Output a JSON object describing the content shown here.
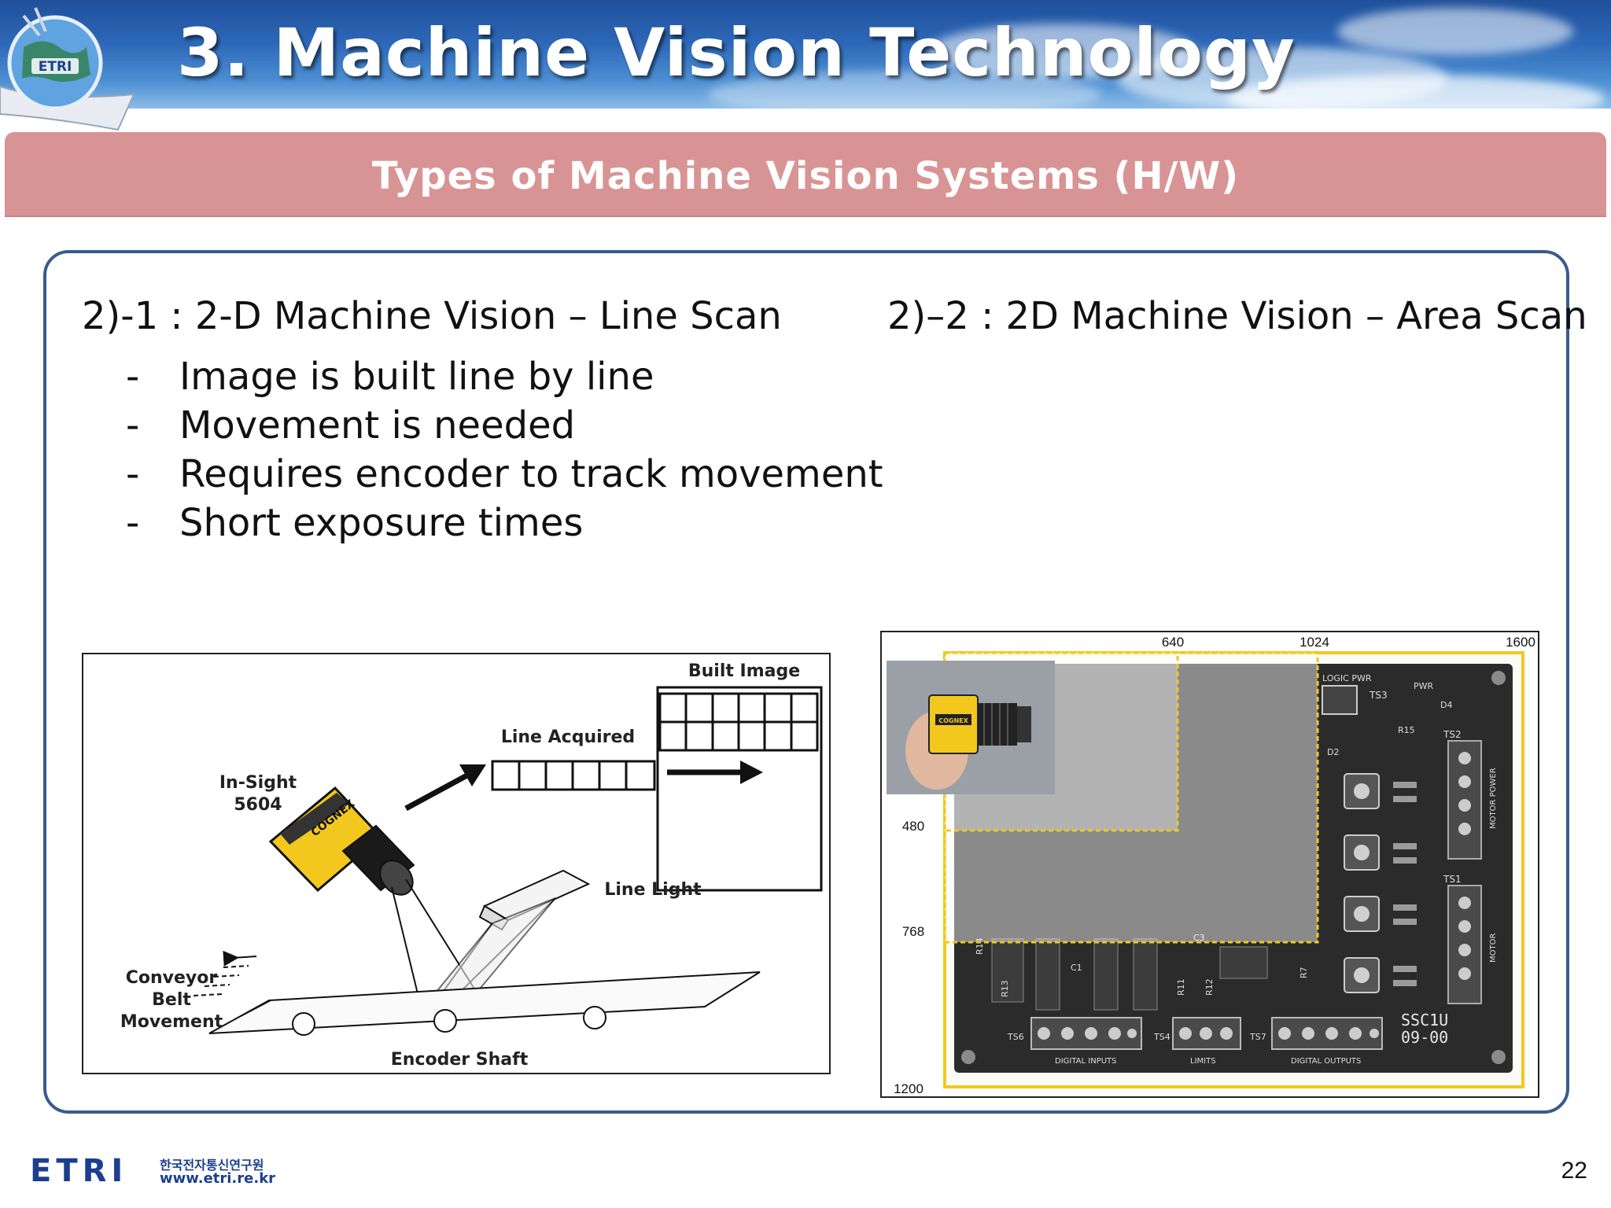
{
  "header": {
    "title": "3. Machine Vision Technology",
    "logo_text": "ETRI"
  },
  "subtitle": "Types of Machine Vision Systems (H/W)",
  "left_section": {
    "heading": "2)-1 : 2-D Machine Vision – Line Scan",
    "bullets": [
      "Image is built line by line",
      "Movement is needed",
      "Requires encoder to track movement",
      "Short exposure times"
    ],
    "diagram": {
      "built_image": "Built Image",
      "line_acquired": "Line Acquired",
      "camera_label_line1": "In-Sight",
      "camera_label_line2": "5604",
      "camera_brand": "COGNEX",
      "line_light": "Line Light",
      "conveyor_line1": "Conveyor",
      "conveyor_line2": "Belt",
      "conveyor_line3": "Movement",
      "encoder_shaft": "Encoder Shaft"
    }
  },
  "right_section": {
    "heading": "2)–2 : 2D Machine Vision – Area Scan",
    "scale_x": [
      "640",
      "1024",
      "1600"
    ],
    "scale_y": [
      "480",
      "768",
      "1200"
    ],
    "board_labels": {
      "logic_pwr": "LOGIC PWR",
      "ts3": "TS3",
      "pwr": "PWR",
      "d4": "D4",
      "r15": "R15",
      "d2": "D2",
      "ts2": "TS2",
      "ts1": "TS1",
      "motor_power": "MOTOR POWER",
      "motor": "MOTOR",
      "r14": "R14",
      "r13": "R13",
      "c1": "C1",
      "c3": "C3",
      "r11": "R11",
      "r12": "R12",
      "r7": "R7",
      "model_line1": "SSC1U",
      "model_line2": "09-00",
      "ts6": "TS6",
      "ts4": "TS4",
      "ts7": "TS7",
      "digital_inputs": "DIGITAL INPUTS",
      "limits": "LIMITS",
      "digital_outputs": "DIGITAL OUTPUTS"
    },
    "camera_brand": "COGNEX"
  },
  "footer": {
    "logo": "ETRI",
    "org_name": "한국전자통신연구원",
    "url": "www.etri.re.kr",
    "page_number": "22"
  },
  "colors": {
    "subtitle_bar": "#d89494",
    "frame_border": "#3a5b8c",
    "scan_highlight": "#f2c81e",
    "header_blue": "#2d68b8"
  }
}
